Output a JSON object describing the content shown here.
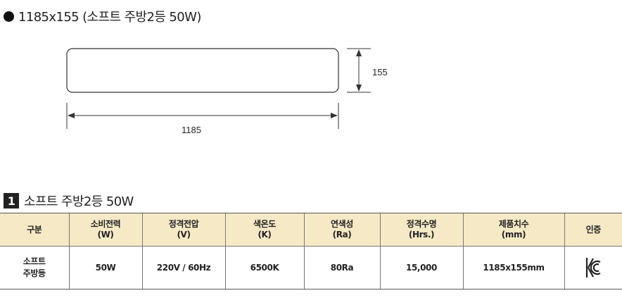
{
  "diagram": {
    "title": "1185x155 (소프트 주방2등 50W)",
    "width_label": "1185",
    "height_label": "155"
  },
  "product": {
    "number": "1",
    "title": "소프트 주방2등 50W"
  },
  "table": {
    "headers": [
      {
        "line1": "구분",
        "line2": ""
      },
      {
        "line1": "소비전력",
        "line2": "(W)"
      },
      {
        "line1": "정격전압",
        "line2": "(V)"
      },
      {
        "line1": "색온도",
        "line2": "(K)"
      },
      {
        "line1": "연색성",
        "line2": "(Ra)"
      },
      {
        "line1": "정격수명",
        "line2": "(Hrs.)"
      },
      {
        "line1": "제품치수",
        "line2": "(mm)"
      },
      {
        "line1": "인증",
        "line2": ""
      }
    ],
    "row": {
      "name_line1": "소프트",
      "name_line2": "주방등",
      "power": "50W",
      "voltage": "220V / 60Hz",
      "color_temp": "6500K",
      "cri": "80Ra",
      "lifetime": "15,000",
      "dimensions": "1185x155mm",
      "cert_icon": "kc-mark-icon"
    }
  }
}
